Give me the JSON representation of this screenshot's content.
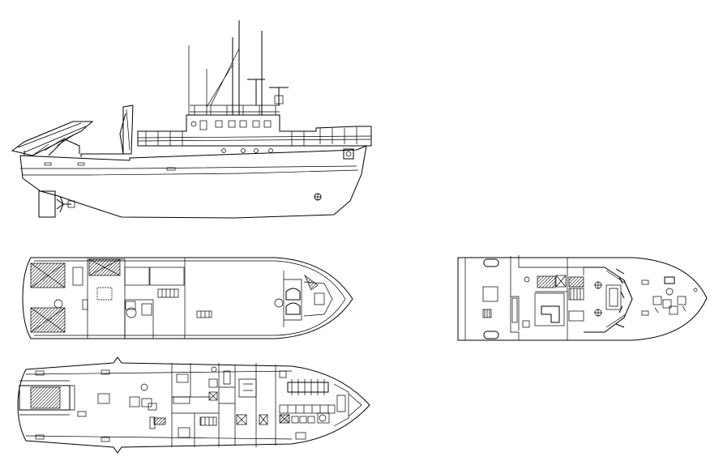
{
  "drawing": {
    "views": [
      {
        "id": "profile",
        "kind": "side-elevation"
      },
      {
        "id": "main-deck-plan",
        "kind": "deck-plan"
      },
      {
        "id": "lower-deck-plan",
        "kind": "deck-plan"
      },
      {
        "id": "bridge-deck-plan",
        "kind": "deck-plan"
      }
    ],
    "line_color": "#000000",
    "background": "#ffffff"
  }
}
